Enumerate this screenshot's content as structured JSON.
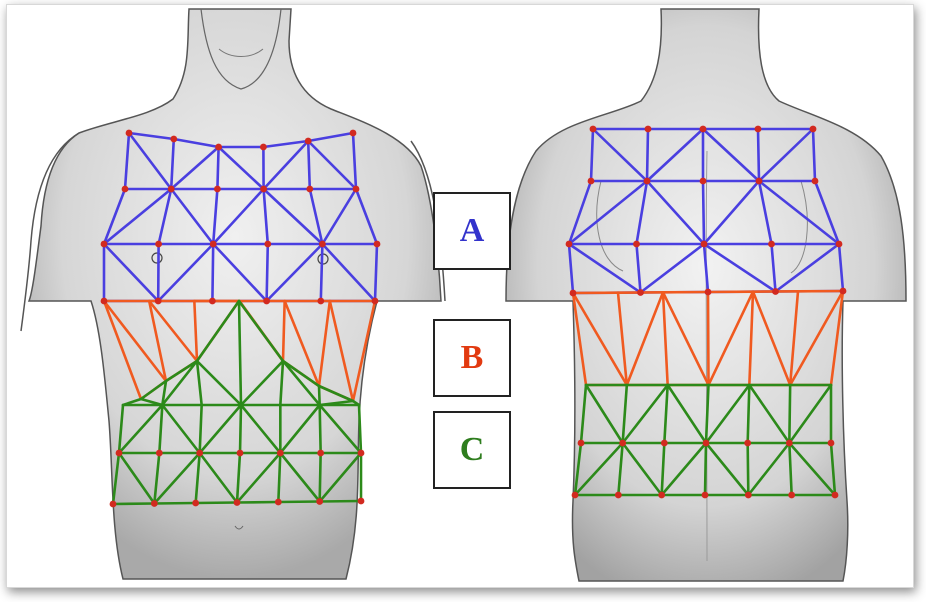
{
  "regions": [
    {
      "key": "A",
      "label": "A",
      "color": "#3333cc"
    },
    {
      "key": "B",
      "label": "B",
      "color": "#e23a10"
    },
    {
      "key": "C",
      "label": "C",
      "color": "#2e7d1e"
    }
  ],
  "colors": {
    "mesh_a": "#4a3fe0",
    "mesh_b": "#f05a20",
    "mesh_c": "#2c8a1a",
    "node": "#d22a20",
    "skin": "#cfcfcf",
    "outline": "#555555"
  }
}
